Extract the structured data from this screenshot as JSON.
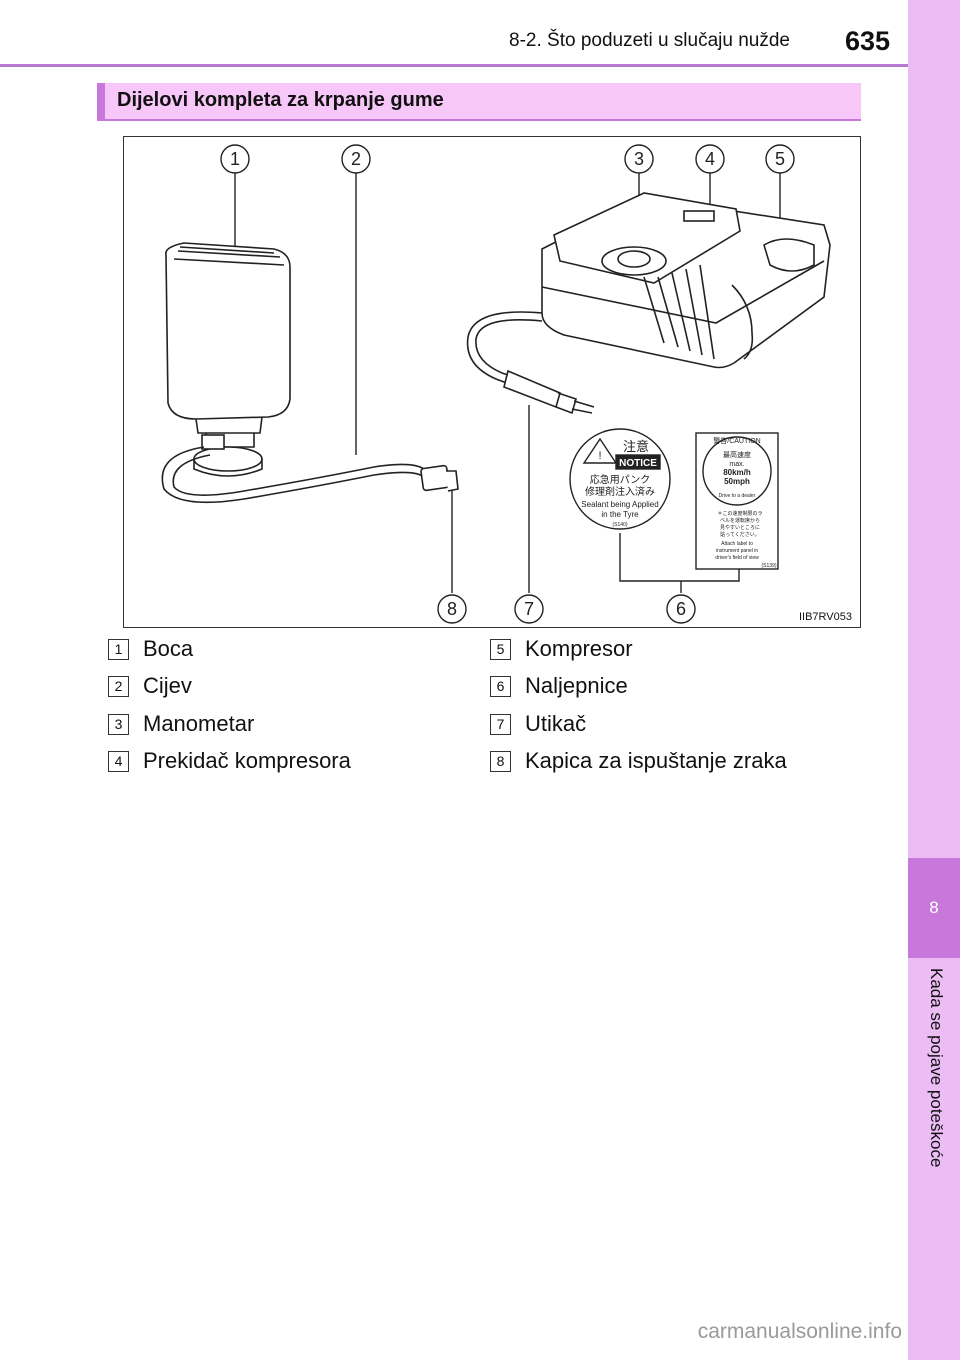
{
  "header": {
    "section_path": "8-2. Što poduzeti u slučaju nužde",
    "page_number": "635"
  },
  "side_tab": {
    "chapter_number": "8",
    "chapter_title": "Kada se pojave poteškoće"
  },
  "section": {
    "title": "Dijelovi kompleta za krpanje gume"
  },
  "figure": {
    "code": "IIB7RV053",
    "callouts": [
      "1",
      "2",
      "3",
      "4",
      "5",
      "6",
      "7",
      "8"
    ],
    "notice_label": {
      "title_jp": "注意",
      "title_en": "NOTICE",
      "line_jp1": "応急用パンク",
      "line_jp2": "修理剤注入済み",
      "line_en1": "Sealant being Applied",
      "line_en2": "in the Tyre",
      "code": "(S140)"
    },
    "caution_label": {
      "header": "警告/CAUTION",
      "speed_jp": "最高速度",
      "max": "max.",
      "kmh": "80km/h",
      "mph": "50mph",
      "drive": "Drive to a dealer",
      "note_jp1": "＊この速度制限のラ",
      "note_jp2": "ベルを運転席から",
      "note_jp3": "見やすいところに",
      "note_jp4": "貼ってください。",
      "attach1": "Attach label to",
      "attach2": "instrument panel in",
      "attach3": "driver's field of view",
      "code": "(S139)"
    }
  },
  "legend": [
    {
      "num": "1",
      "label": "Boca"
    },
    {
      "num": "2",
      "label": "Cijev"
    },
    {
      "num": "3",
      "label": "Manometar"
    },
    {
      "num": "4",
      "label": "Prekidač kompresora"
    },
    {
      "num": "5",
      "label": "Kompresor"
    },
    {
      "num": "6",
      "label": "Naljepnice"
    },
    {
      "num": "7",
      "label": "Utikač"
    },
    {
      "num": "8",
      "label": "Kapica za ispuštanje zraka"
    }
  ],
  "watermark": "carmanualsonline.info",
  "colors": {
    "accent": "#c778da",
    "tab_light": "#ecbdf5",
    "heading_bg": "#f6c7f8"
  }
}
